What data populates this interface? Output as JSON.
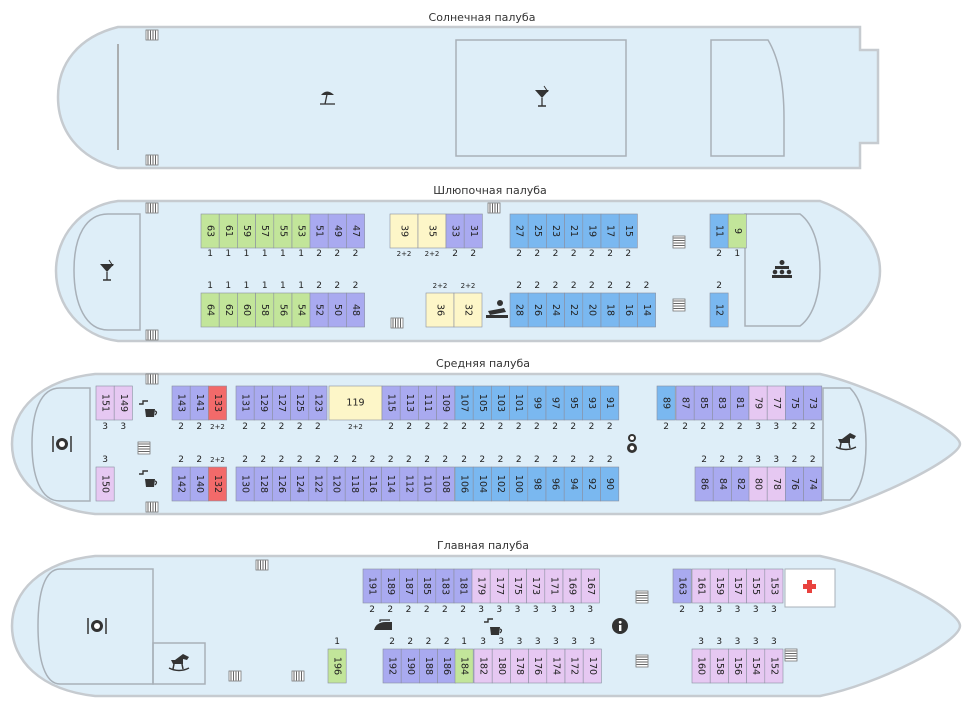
{
  "colors": {
    "hull": "#deeef8",
    "hull_stroke": "#c6cbd0",
    "structure_stroke": "#a8b0b8",
    "cabin_stroke": "#8a8fa0",
    "cabin_green": "#c2e59a",
    "cabin_blue_purple": "#a9aaf0",
    "cabin_sky_blue": "#7ab8f0",
    "cabin_pink": "#e6c8f2",
    "cabin_yellow": "#fdf6c8",
    "cabin_red": "#f26a6a",
    "cabin_white": "#ffffff"
  },
  "decks": [
    {
      "id": "sun",
      "title": "Солнечная палуба",
      "cabins": [],
      "icons": [
        "beach-umbrella-icon",
        "cocktail-icon",
        "stairs-icon",
        "stairs-icon"
      ]
    },
    {
      "id": "boat",
      "title": "Шлюпочная палуба",
      "cabins": [
        {
          "n": "63",
          "c": "green",
          "b": "1"
        },
        {
          "n": "61",
          "c": "green",
          "b": "1"
        },
        {
          "n": "59",
          "c": "green",
          "b": "1"
        },
        {
          "n": "57",
          "c": "green",
          "b": "1"
        },
        {
          "n": "55",
          "c": "green",
          "b": "1"
        },
        {
          "n": "53",
          "c": "green",
          "b": "1"
        },
        {
          "n": "51",
          "c": "purple",
          "b": "2"
        },
        {
          "n": "49",
          "c": "purple",
          "b": "2"
        },
        {
          "n": "47",
          "c": "purple",
          "b": "2"
        },
        {
          "n": "39",
          "c": "yellow",
          "b": "2+2"
        },
        {
          "n": "35",
          "c": "yellow",
          "b": "2+2"
        },
        {
          "n": "33",
          "c": "purple",
          "b": "2"
        },
        {
          "n": "31",
          "c": "purple",
          "b": "2"
        },
        {
          "n": "27",
          "c": "blue",
          "b": "2"
        },
        {
          "n": "25",
          "c": "blue",
          "b": "2"
        },
        {
          "n": "23",
          "c": "blue",
          "b": "2"
        },
        {
          "n": "21",
          "c": "blue",
          "b": "2"
        },
        {
          "n": "19",
          "c": "blue",
          "b": "2"
        },
        {
          "n": "17",
          "c": "blue",
          "b": "2"
        },
        {
          "n": "15",
          "c": "blue",
          "b": "2"
        },
        {
          "n": "11",
          "c": "blue",
          "b": "2"
        },
        {
          "n": "9",
          "c": "green",
          "b": "1"
        },
        {
          "n": "64",
          "c": "green",
          "b": "1"
        },
        {
          "n": "62",
          "c": "green",
          "b": "1"
        },
        {
          "n": "60",
          "c": "green",
          "b": "1"
        },
        {
          "n": "58",
          "c": "green",
          "b": "1"
        },
        {
          "n": "56",
          "c": "green",
          "b": "1"
        },
        {
          "n": "54",
          "c": "green",
          "b": "1"
        },
        {
          "n": "52",
          "c": "purple",
          "b": "2"
        },
        {
          "n": "50",
          "c": "purple",
          "b": "2"
        },
        {
          "n": "48",
          "c": "purple",
          "b": "2"
        },
        {
          "n": "36",
          "c": "yellow",
          "b": "2+2"
        },
        {
          "n": "32",
          "c": "yellow",
          "b": "2+2"
        },
        {
          "n": "28",
          "c": "blue",
          "b": "2"
        },
        {
          "n": "26",
          "c": "blue",
          "b": "2"
        },
        {
          "n": "24",
          "c": "blue",
          "b": "2"
        },
        {
          "n": "22",
          "c": "blue",
          "b": "2"
        },
        {
          "n": "20",
          "c": "blue",
          "b": "2"
        },
        {
          "n": "18",
          "c": "blue",
          "b": "2"
        },
        {
          "n": "16",
          "c": "blue",
          "b": "2"
        },
        {
          "n": "14",
          "c": "blue",
          "b": "2"
        },
        {
          "n": "12",
          "c": "blue",
          "b": "2"
        }
      ],
      "icons": [
        "cocktail-icon",
        "massage-icon",
        "conference-icon"
      ]
    },
    {
      "id": "middle",
      "title": "Средняя палуба",
      "cabins": [
        {
          "n": "151",
          "c": "pink",
          "b": "3"
        },
        {
          "n": "149",
          "c": "pink",
          "b": "3"
        },
        {
          "n": "143",
          "c": "purple",
          "b": "2"
        },
        {
          "n": "141",
          "c": "purple",
          "b": "2"
        },
        {
          "n": "133",
          "c": "red",
          "b": "2+2"
        },
        {
          "n": "131",
          "c": "purple",
          "b": "2"
        },
        {
          "n": "129",
          "c": "purple",
          "b": "2"
        },
        {
          "n": "127",
          "c": "purple",
          "b": "2"
        },
        {
          "n": "125",
          "c": "purple",
          "b": "2"
        },
        {
          "n": "123",
          "c": "purple",
          "b": "2"
        },
        {
          "n": "119",
          "c": "yellow",
          "b": "2+2"
        },
        {
          "n": "115",
          "c": "purple",
          "b": "2"
        },
        {
          "n": "113",
          "c": "purple",
          "b": "2"
        },
        {
          "n": "111",
          "c": "purple",
          "b": "2"
        },
        {
          "n": "109",
          "c": "purple",
          "b": "2"
        },
        {
          "n": "107",
          "c": "blue",
          "b": "2"
        },
        {
          "n": "105",
          "c": "blue",
          "b": "2"
        },
        {
          "n": "103",
          "c": "blue",
          "b": "2"
        },
        {
          "n": "101",
          "c": "blue",
          "b": "2"
        },
        {
          "n": "99",
          "c": "blue",
          "b": "2"
        },
        {
          "n": "97",
          "c": "blue",
          "b": "2"
        },
        {
          "n": "95",
          "c": "blue",
          "b": "2"
        },
        {
          "n": "93",
          "c": "blue",
          "b": "2"
        },
        {
          "n": "91",
          "c": "blue",
          "b": "2"
        },
        {
          "n": "89",
          "c": "blue",
          "b": "2"
        },
        {
          "n": "87",
          "c": "purple",
          "b": "2"
        },
        {
          "n": "85",
          "c": "purple",
          "b": "2"
        },
        {
          "n": "83",
          "c": "purple",
          "b": "2"
        },
        {
          "n": "81",
          "c": "purple",
          "b": "2"
        },
        {
          "n": "79",
          "c": "pink",
          "b": "3"
        },
        {
          "n": "77",
          "c": "pink",
          "b": "3"
        },
        {
          "n": "75",
          "c": "purple",
          "b": "2"
        },
        {
          "n": "73",
          "c": "purple",
          "b": "2"
        },
        {
          "n": "150",
          "c": "pink",
          "b": "3"
        },
        {
          "n": "142",
          "c": "purple",
          "b": "2"
        },
        {
          "n": "140",
          "c": "purple",
          "b": "2"
        },
        {
          "n": "132",
          "c": "red",
          "b": "2+2"
        },
        {
          "n": "130",
          "c": "purple",
          "b": "2"
        },
        {
          "n": "128",
          "c": "purple",
          "b": "2"
        },
        {
          "n": "126",
          "c": "purple",
          "b": "2"
        },
        {
          "n": "124",
          "c": "purple",
          "b": "2"
        },
        {
          "n": "122",
          "c": "purple",
          "b": "2"
        },
        {
          "n": "120",
          "c": "purple",
          "b": "2"
        },
        {
          "n": "118",
          "c": "purple",
          "b": "2"
        },
        {
          "n": "116",
          "c": "purple",
          "b": "2"
        },
        {
          "n": "114",
          "c": "purple",
          "b": "2"
        },
        {
          "n": "112",
          "c": "purple",
          "b": "2"
        },
        {
          "n": "110",
          "c": "purple",
          "b": "2"
        },
        {
          "n": "108",
          "c": "purple",
          "b": "2"
        },
        {
          "n": "106",
          "c": "blue",
          "b": "2"
        },
        {
          "n": "104",
          "c": "blue",
          "b": "2"
        },
        {
          "n": "102",
          "c": "blue",
          "b": "2"
        },
        {
          "n": "100",
          "c": "blue",
          "b": "2"
        },
        {
          "n": "98",
          "c": "blue",
          "b": "2"
        },
        {
          "n": "96",
          "c": "blue",
          "b": "2"
        },
        {
          "n": "94",
          "c": "blue",
          "b": "2"
        },
        {
          "n": "92",
          "c": "blue",
          "b": "2"
        },
        {
          "n": "90",
          "c": "blue",
          "b": "2"
        },
        {
          "n": "86",
          "c": "purple",
          "b": "2"
        },
        {
          "n": "84",
          "c": "purple",
          "b": "2"
        },
        {
          "n": "82",
          "c": "purple",
          "b": "2"
        },
        {
          "n": "80",
          "c": "pink",
          "b": "3"
        },
        {
          "n": "78",
          "c": "pink",
          "b": "3"
        },
        {
          "n": "76",
          "c": "purple",
          "b": "2"
        },
        {
          "n": "74",
          "c": "purple",
          "b": "2"
        }
      ],
      "icons": [
        "restaurant-icon",
        "coffee-icon",
        "coffee-icon",
        "kids-room-icon",
        "rocking-horse-icon"
      ]
    },
    {
      "id": "main",
      "title": "Главная палуба",
      "cabins": [
        {
          "n": "191",
          "c": "purple",
          "b": "2"
        },
        {
          "n": "189",
          "c": "purple",
          "b": "2"
        },
        {
          "n": "187",
          "c": "purple",
          "b": "2"
        },
        {
          "n": "185",
          "c": "purple",
          "b": "2"
        },
        {
          "n": "183",
          "c": "purple",
          "b": "2"
        },
        {
          "n": "181",
          "c": "purple",
          "b": "2"
        },
        {
          "n": "179",
          "c": "pink",
          "b": "3"
        },
        {
          "n": "177",
          "c": "pink",
          "b": "3"
        },
        {
          "n": "175",
          "c": "pink",
          "b": "3"
        },
        {
          "n": "173",
          "c": "pink",
          "b": "3"
        },
        {
          "n": "171",
          "c": "pink",
          "b": "3"
        },
        {
          "n": "169",
          "c": "pink",
          "b": "3"
        },
        {
          "n": "167",
          "c": "pink",
          "b": "3"
        },
        {
          "n": "163",
          "c": "purple",
          "b": "2"
        },
        {
          "n": "161",
          "c": "pink",
          "b": "3"
        },
        {
          "n": "159",
          "c": "pink",
          "b": "3"
        },
        {
          "n": "157",
          "c": "pink",
          "b": "3"
        },
        {
          "n": "155",
          "c": "pink",
          "b": "3"
        },
        {
          "n": "153",
          "c": "pink",
          "b": "3"
        },
        {
          "n": "196",
          "c": "green",
          "b": "1"
        },
        {
          "n": "192",
          "c": "purple",
          "b": "2"
        },
        {
          "n": "190",
          "c": "purple",
          "b": "2"
        },
        {
          "n": "188",
          "c": "purple",
          "b": "2"
        },
        {
          "n": "186",
          "c": "purple",
          "b": "2"
        },
        {
          "n": "184",
          "c": "green",
          "b": "1"
        },
        {
          "n": "182",
          "c": "pink",
          "b": "3"
        },
        {
          "n": "180",
          "c": "pink",
          "b": "3"
        },
        {
          "n": "178",
          "c": "pink",
          "b": "3"
        },
        {
          "n": "176",
          "c": "pink",
          "b": "3"
        },
        {
          "n": "174",
          "c": "pink",
          "b": "3"
        },
        {
          "n": "172",
          "c": "pink",
          "b": "3"
        },
        {
          "n": "170",
          "c": "pink",
          "b": "3"
        },
        {
          "n": "160",
          "c": "pink",
          "b": "3"
        },
        {
          "n": "158",
          "c": "pink",
          "b": "3"
        },
        {
          "n": "156",
          "c": "pink",
          "b": "3"
        },
        {
          "n": "154",
          "c": "pink",
          "b": "3"
        },
        {
          "n": "152",
          "c": "pink",
          "b": "3"
        }
      ],
      "icons": [
        "restaurant-icon",
        "rocking-horse-icon",
        "iron-icon",
        "coffee-icon",
        "info-icon",
        "medical-cross-icon"
      ]
    }
  ]
}
